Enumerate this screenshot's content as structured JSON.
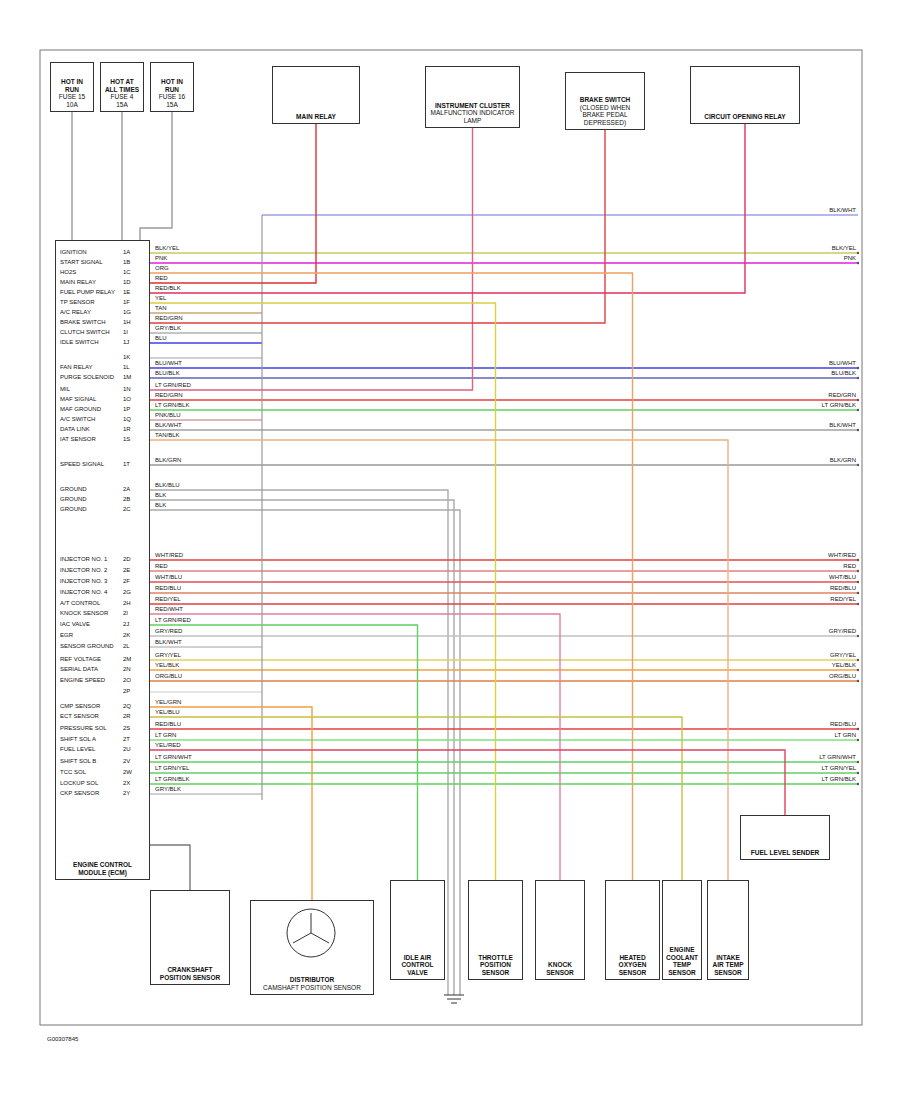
{
  "diagram": {
    "nodes": [
      {
        "text": [
          "HOT IN RUN",
          "FUSE 15 10A"
        ]
      },
      {
        "text": [
          "HOT AT ALL TIMES",
          "FUSE 4 15A"
        ]
      },
      {
        "text": [
          "HOT IN RUN",
          "FUSE 16 15A"
        ]
      },
      {
        "text": [
          "MAIN RELAY"
        ]
      },
      {
        "text": [
          "INSTRUMENT CLUSTER",
          "MALFUNCTION INDICATOR LAMP"
        ]
      },
      {
        "text": [
          "BRAKE SWITCH",
          "(CLOSED WHEN BRAKE PEDAL DEPRESSED)"
        ]
      },
      {
        "text": [
          "CIRCUIT OPENING RELAY"
        ]
      },
      {
        "text": [
          "ENGINE CONTROL MODULE (ECM)"
        ]
      },
      {
        "text": [
          "CRANKSHAFT POSITION SENSOR"
        ]
      },
      {
        "text": [
          "DISTRIBUTOR",
          "CAMSHAFT POSITION SENSOR"
        ]
      },
      {
        "text": [
          "IDLE AIR CONTROL VALVE"
        ]
      },
      {
        "text": [
          "THROTTLE POSITION SENSOR"
        ]
      },
      {
        "text": [
          "KNOCK SENSOR"
        ]
      },
      {
        "text": [
          "HEATED OXYGEN SENSOR"
        ]
      },
      {
        "text": [
          "ENGINE COOLANT TEMP SENSOR"
        ]
      },
      {
        "text": [
          "INTAKE AIR TEMP SENSOR"
        ]
      },
      {
        "text": [
          "FUEL LEVEL SENDER"
        ]
      }
    ],
    "edges": [
      {
        "from": 0,
        "to": 7,
        "arrow": "none"
      },
      {
        "from": 1,
        "to": 7,
        "arrow": "none"
      },
      {
        "from": 2,
        "to": 7,
        "arrow": "none"
      },
      {
        "from": 3,
        "to": 7,
        "arrow": "none"
      },
      {
        "from": 4,
        "to": 7,
        "arrow": "none"
      },
      {
        "from": 5,
        "to": 7,
        "arrow": "none"
      },
      {
        "from": 6,
        "to": 7,
        "arrow": "none"
      },
      {
        "from": 7,
        "to": 8,
        "arrow": "none"
      },
      {
        "from": 7,
        "to": 9,
        "arrow": "none"
      },
      {
        "from": 7,
        "to": 10,
        "arrow": "none"
      },
      {
        "from": 7,
        "to": 11,
        "arrow": "none"
      },
      {
        "from": 7,
        "to": 12,
        "arrow": "none"
      },
      {
        "from": 7,
        "to": 13,
        "arrow": "none"
      },
      {
        "from": 7,
        "to": 14,
        "arrow": "none"
      },
      {
        "from": 7,
        "to": 15,
        "arrow": "none"
      },
      {
        "from": 7,
        "to": 16,
        "arrow": "none"
      }
    ],
    "labels": [
      "IGNITION",
      "1A",
      "BLK/YEL",
      "BLK/YEL",
      "START SIGNAL",
      "1B",
      "PNK",
      "PNK",
      "HO2S",
      "1C",
      "ORG",
      "MAIN RELAY",
      "1D",
      "RED",
      "FUEL PUMP RELAY",
      "1E",
      "RED/BLK",
      "TP SENSOR",
      "1F",
      "YEL",
      "A/C RELAY",
      "1G",
      "TAN",
      "BRAKE SWITCH",
      "1H",
      "RED/GRN",
      "CLUTCH SWITCH",
      "1I",
      "GRY/BLK",
      "IDLE SWITCH",
      "1J",
      "BLU",
      "1K",
      "FAN RELAY",
      "1L",
      "BLU/WHT",
      "BLU/WHT",
      "PURGE SOLENOID",
      "1M",
      "BLU/BLK",
      "BLU/BLK",
      "MIL",
      "1N",
      "LT GRN/RED",
      "MAF SIGNAL",
      "1O",
      "RED/GRN",
      "RED/GRN",
      "MAF GROUND",
      "1P",
      "LT GRN/BLK",
      "LT GRN/BLK",
      "A/C SWITCH",
      "1Q",
      "PNK/BLU",
      "DATA LINK",
      "1R",
      "BLK/WHT",
      "BLK/WHT",
      "IAT SENSOR",
      "1S",
      "TAN/BLK",
      "SPEED SIGNAL",
      "1T",
      "BLK/GRN",
      "BLK/GRN",
      "GROUND",
      "2A",
      "BLK/BLU",
      "GROUND",
      "2B",
      "BLK",
      "GROUND",
      "2C",
      "BLK",
      "INJECTOR NO. 1",
      "2D",
      "WHT/RED",
      "WHT/RED",
      "INJECTOR NO. 2",
      "2E",
      "RED",
      "RED",
      "INJECTOR NO. 3",
      "2F",
      "WHT/BLU",
      "WHT/BLU",
      "INJECTOR NO. 4",
      "2G",
      "RED/BLU",
      "RED/BLU",
      "A/T CONTROL",
      "2H",
      "RED/YEL",
      "RED/YEL",
      "KNOCK SENSOR",
      "2I",
      "RED/WHT",
      "IAC VALVE",
      "2J",
      "LT GRN/RED",
      "EGR",
      "2K",
      "GRY/RED",
      "GRY/RED",
      "SENSOR GROUND",
      "2L",
      "BLK/WHT",
      "REF VOLTAGE",
      "2M",
      "GRY/YEL",
      "GRY/YEL",
      "SERIAL DATA",
      "2N",
      "YEL/BLK",
      "YEL/BLK",
      "ENGINE SPEED",
      "2O",
      "ORG/BLU",
      "ORG/BLU",
      "2P",
      "CMP SENSOR",
      "2Q",
      "YEL/GRN",
      "ECT SENSOR",
      "2R",
      "YEL/BLU",
      "PRESSURE SOL",
      "2S",
      "RED/BLU",
      "RED/BLU",
      "SHIFT SOL A",
      "2T",
      "LT GRN",
      "LT GRN",
      "FUEL LEVEL",
      "2U",
      "YEL/RED",
      "SHIFT SOL B",
      "2V",
      "LT GRN/WHT",
      "LT GRN/WHT",
      "TCC SOL",
      "2W",
      "LT GRN/YEL",
      "LT GRN/YEL",
      "LOCKUP SOL",
      "2X",
      "LT GRN/BLK",
      "LT GRN/BLK",
      "CKP SENSOR",
      "2Y",
      "GRY/BLK",
      "BLK/WHT",
      "G00307845"
    ]
  }
}
